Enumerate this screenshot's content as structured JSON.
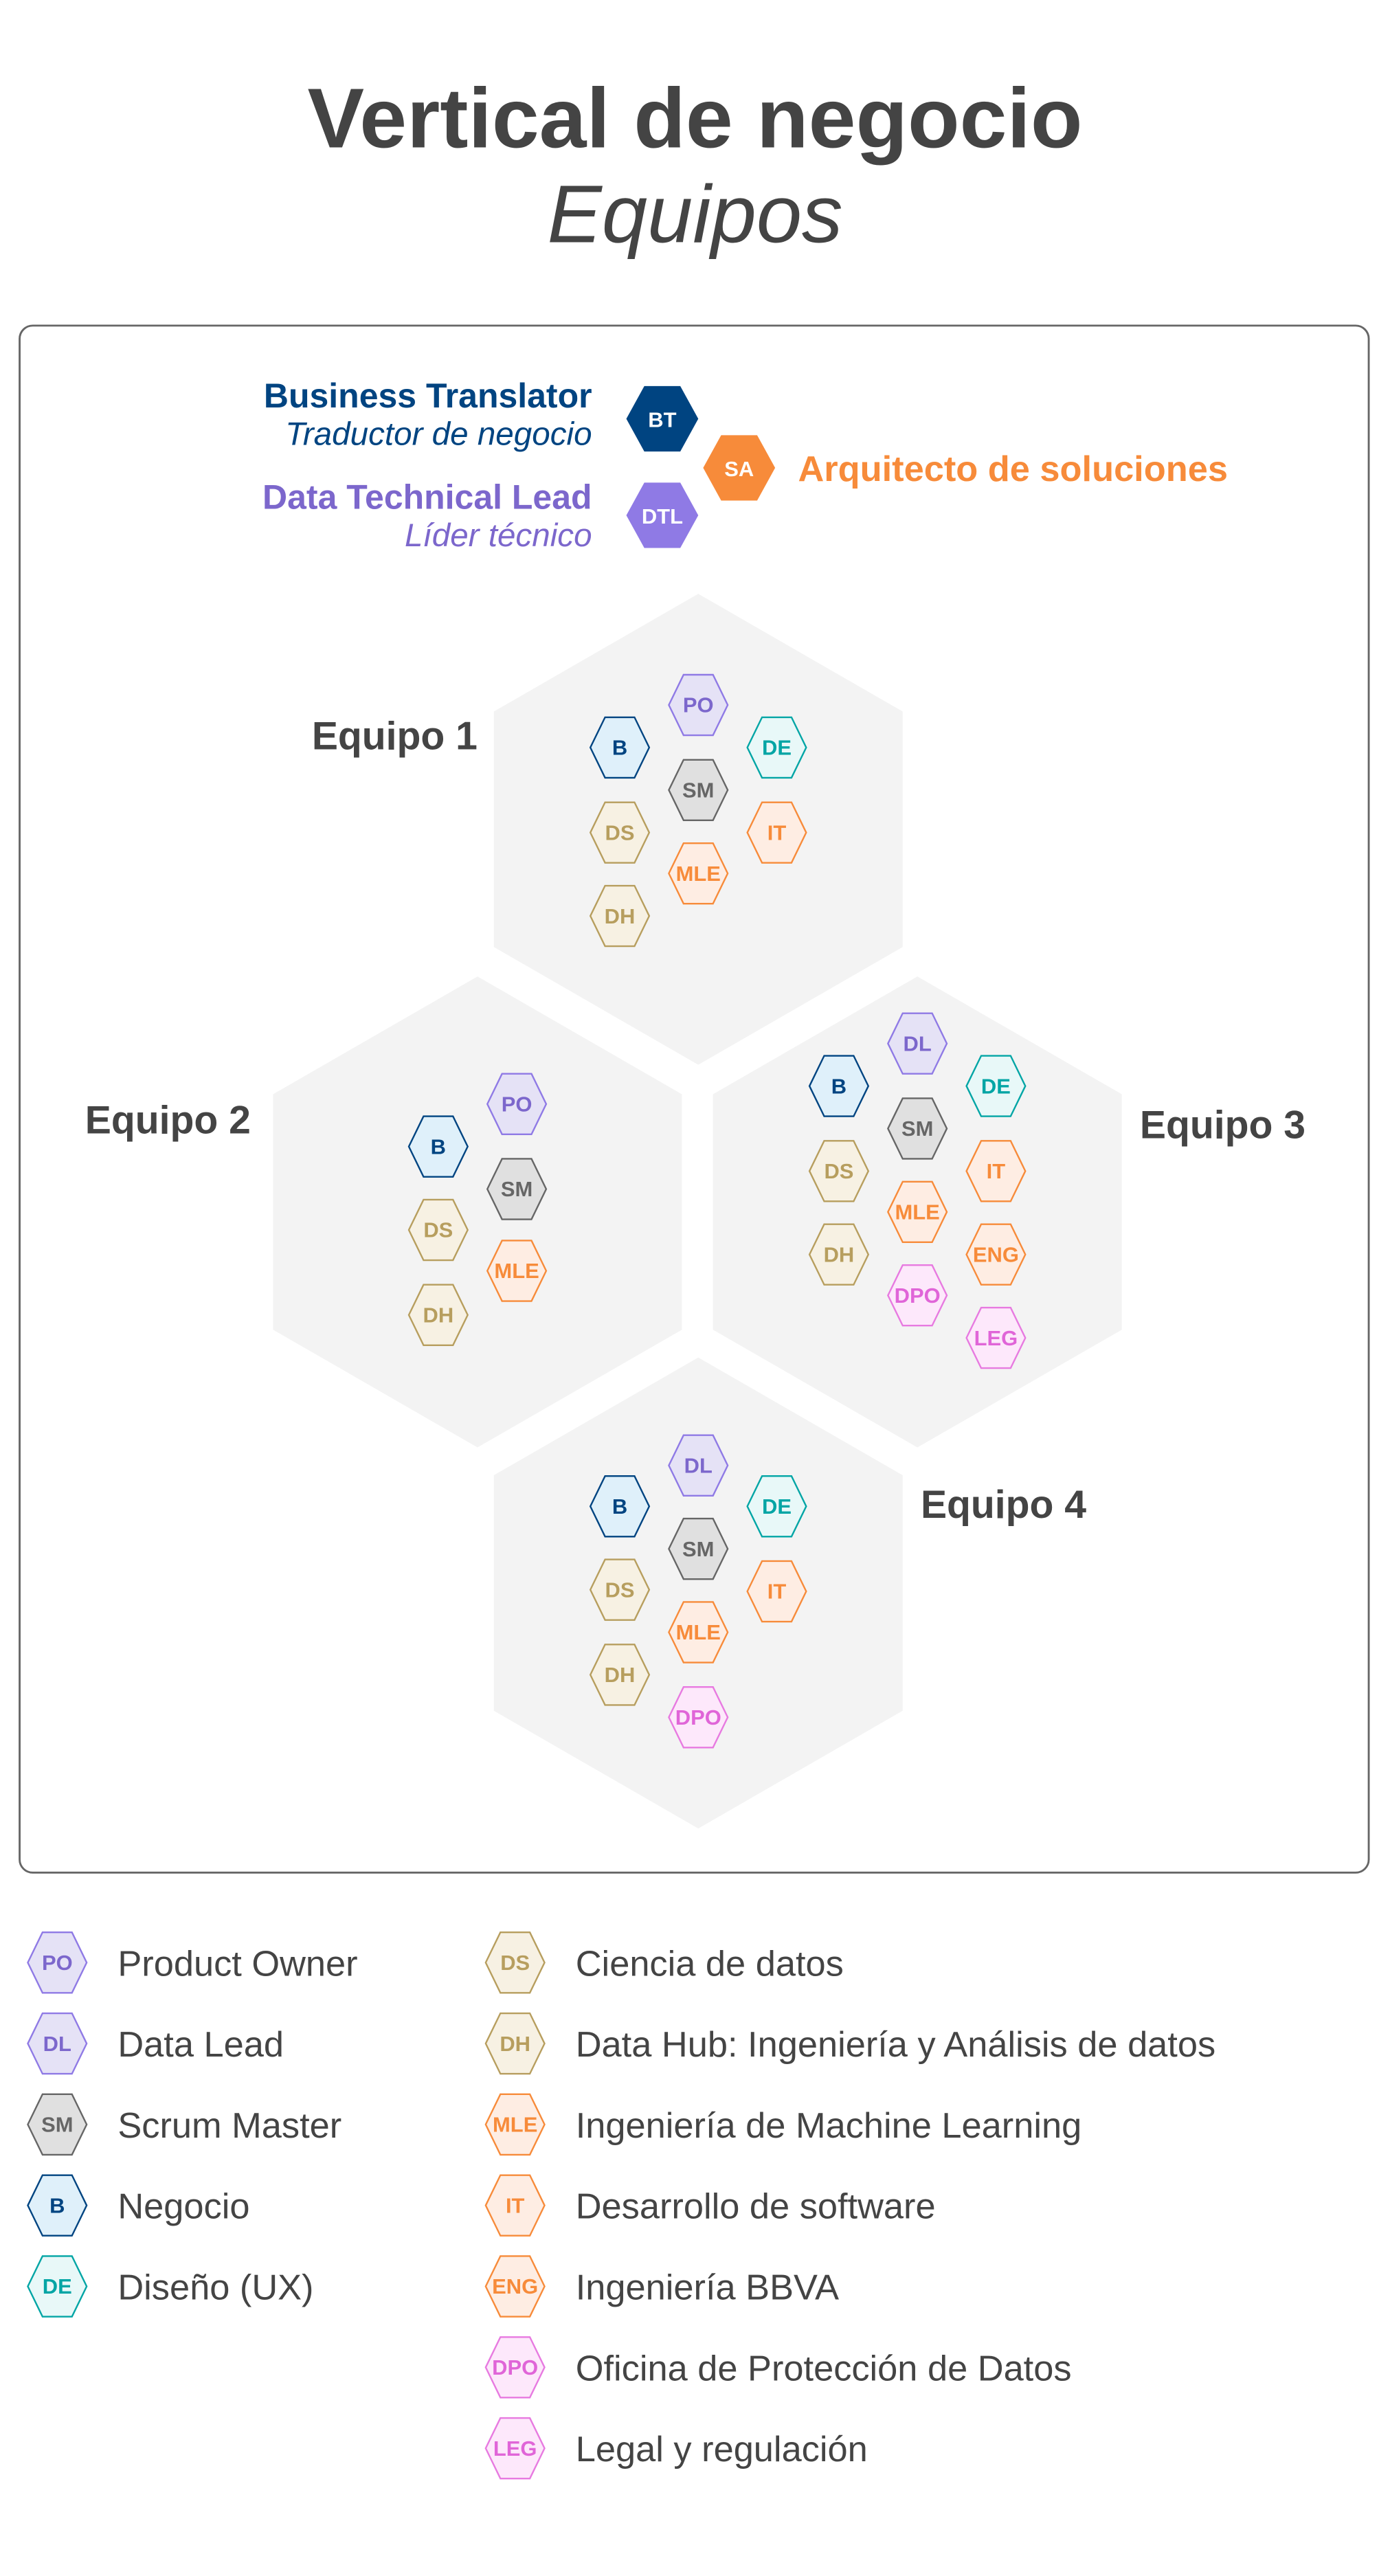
{
  "header": {
    "title": "Vertical de negocio",
    "subtitle": "Equipos"
  },
  "leads": {
    "bt": {
      "code": "BT",
      "title": "Business Translator",
      "subtitle": "Traductor de negocio",
      "color": "#004481"
    },
    "dtl": {
      "code": "DTL",
      "title": "Data Technical Lead",
      "subtitle": "Líder técnico",
      "color": "#8f7ae5",
      "text_color": "#7c67cc"
    },
    "sa": {
      "code": "SA",
      "title": "Arquitecto de soluciones",
      "color": "#f78b3a"
    }
  },
  "roles": {
    "PO": {
      "stroke": "#8f7ae5",
      "fill": "#e5e2f6",
      "text": "#7c67cc"
    },
    "DL": {
      "stroke": "#8f7ae5",
      "fill": "#e5e2f6",
      "text": "#7c67cc"
    },
    "SM": {
      "stroke": "#666666",
      "fill": "#e0e0e0",
      "text": "#666666"
    },
    "B": {
      "stroke": "#004481",
      "fill": "#dff0fa",
      "text": "#004481"
    },
    "DE": {
      "stroke": "#02a5a5",
      "fill": "#e8f8f8",
      "text": "#02a5a5"
    },
    "DS": {
      "stroke": "#b79e5e",
      "fill": "#f7f1e3",
      "text": "#b79e5e"
    },
    "DH": {
      "stroke": "#b79e5e",
      "fill": "#f7f1e3",
      "text": "#b79e5e"
    },
    "MLE": {
      "stroke": "#f78b3a",
      "fill": "#feede3",
      "text": "#f78b3a"
    },
    "IT": {
      "stroke": "#f78b3a",
      "fill": "#feede3",
      "text": "#f78b3a"
    },
    "ENG": {
      "stroke": "#f78b3a",
      "fill": "#feede3",
      "text": "#f78b3a"
    },
    "DPO": {
      "stroke": "#e77ae0",
      "fill": "#fde8fb",
      "text": "#e065d8"
    },
    "LEG": {
      "stroke": "#e77ae0",
      "fill": "#fde8fb",
      "text": "#e065d8"
    }
  },
  "teams": [
    {
      "label": "Equipo 1",
      "members": [
        "PO",
        "B",
        "DE",
        "SM",
        "DS",
        "IT",
        "MLE",
        "DH"
      ]
    },
    {
      "label": "Equipo 2",
      "members": [
        "PO",
        "B",
        "SM",
        "DS",
        "MLE",
        "DH"
      ]
    },
    {
      "label": "Equipo 3",
      "members": [
        "DL",
        "B",
        "DE",
        "SM",
        "DS",
        "IT",
        "MLE",
        "DH",
        "ENG",
        "DPO",
        "LEG"
      ]
    },
    {
      "label": "Equipo 4",
      "members": [
        "DL",
        "B",
        "DE",
        "SM",
        "DS",
        "IT",
        "MLE",
        "DH",
        "DPO"
      ]
    }
  ],
  "legend": {
    "left": [
      {
        "code": "PO",
        "label": "Product Owner"
      },
      {
        "code": "DL",
        "label": "Data Lead"
      },
      {
        "code": "SM",
        "label": "Scrum Master"
      },
      {
        "code": "B",
        "label": "Negocio"
      },
      {
        "code": "DE",
        "label": "Diseño (UX)"
      }
    ],
    "right": [
      {
        "code": "DS",
        "label": "Ciencia de datos"
      },
      {
        "code": "DH",
        "label": "Data Hub: Ingeniería y Análisis de datos"
      },
      {
        "code": "MLE",
        "label": "Ingeniería de Machine Learning"
      },
      {
        "code": "IT",
        "label": "Desarrollo de software"
      },
      {
        "code": "ENG",
        "label": "Ingeniería BBVA"
      },
      {
        "code": "DPO",
        "label": "Oficina de Protección de Datos"
      },
      {
        "code": "LEG",
        "label": "Legal y regulación"
      }
    ]
  }
}
